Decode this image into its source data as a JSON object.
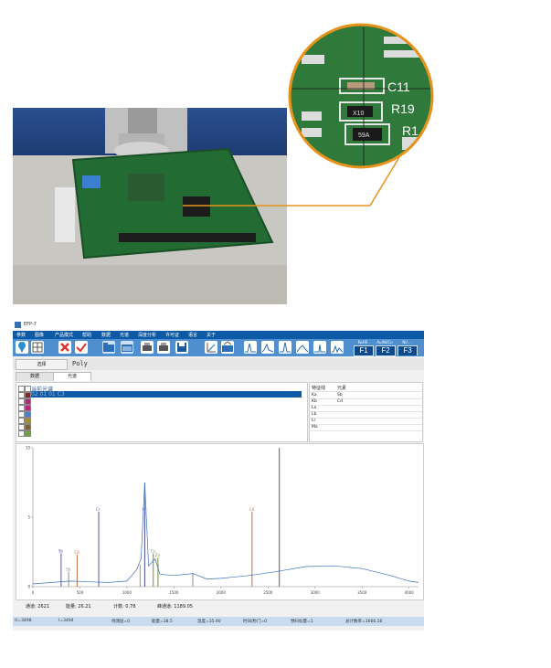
{
  "pcb_photo": {
    "labels": [
      "C11",
      "R19",
      "X10",
      "59A",
      "R1"
    ]
  },
  "app": {
    "title": "EFP-7",
    "menu": [
      "参数",
      "图像",
      "产品模式",
      "帮助",
      "数据",
      "光谱",
      "深度分析",
      "许可证",
      "语言",
      "关于"
    ],
    "toolbar_icons": [
      "location-icon",
      "grid-icon",
      "delete-icon",
      "check-icon",
      "folder-icon",
      "folder-open-icon",
      "printer-icon",
      "printer-alt-icon",
      "save-icon",
      "measure-icon",
      "open-file-icon",
      "spectrum-icon",
      "spectrum-icon",
      "spectrum-icon",
      "spectrum-icon",
      "spectrum-icon",
      "spectrum-icon"
    ],
    "fkeys": [
      {
        "label": "RoHS",
        "key": "F1"
      },
      {
        "label": "Au/Ni/Cu",
        "key": "F2"
      },
      {
        "label": "Ni/...",
        "key": "F3"
      }
    ],
    "select_button": "选择",
    "selected_name": "Poly",
    "tabs": [
      "数据",
      "光谱"
    ],
    "active_tab": 1,
    "spectra_list": [
      {
        "label": "当前光谱",
        "color": "#ffffff",
        "selected": false
      },
      {
        "label": "02 01 01 C3",
        "color": "#7a2a2a",
        "selected": true
      },
      {
        "label": "",
        "color": "#a03070",
        "selected": false
      },
      {
        "label": "",
        "color": "#c02080",
        "selected": false
      },
      {
        "label": "",
        "color": "#4a7fd0",
        "selected": false
      },
      {
        "label": "",
        "color": "#a09030",
        "selected": false
      },
      {
        "label": "",
        "color": "#806030",
        "selected": false
      },
      {
        "label": "",
        "color": "#70a040",
        "selected": false
      }
    ],
    "element_table": {
      "headers": [
        "特征线",
        "元素"
      ],
      "rows": [
        [
          "Ka",
          "Sb"
        ],
        [
          "Kb",
          "Cd"
        ],
        [
          "La",
          ""
        ],
        [
          "Lb",
          ""
        ],
        [
          "Lr",
          ""
        ],
        [
          "Ma",
          ""
        ]
      ]
    },
    "status": {
      "channel": "通道: 2621",
      "energy": "能量: 26.21",
      "count": "计数: 0.78",
      "peak_channel": "峰通道: 1189.05"
    },
    "bottom_status": [
      "U=3498",
      "I=3494",
      "待测层=0",
      "能量=38.5",
      "温度=35.90",
      "时间/秒门=0",
      "预扫标量=1",
      "总计数率=1666.16"
    ]
  },
  "chart_data": {
    "type": "line",
    "xlim": [
      0,
      4100
    ],
    "ylim": [
      0,
      10
    ],
    "x_ticks": [
      0,
      500,
      1000,
      1500,
      2000,
      2500,
      3000,
      3500,
      4000
    ],
    "y_ticks": [
      0,
      5,
      10
    ],
    "peaks": [
      {
        "x": 300,
        "y": 2.4,
        "label": "Sb",
        "color": "#5a5aa0"
      },
      {
        "x": 470,
        "y": 2.3,
        "label": "Cd",
        "color": "#c0703a"
      },
      {
        "x": 380,
        "y": 1.1,
        "label": "Sb",
        "color": "#909090"
      },
      {
        "x": 700,
        "y": 5.4,
        "label": "Cr",
        "color": "#5a5aa0"
      },
      {
        "x": 1140,
        "y": 1.6,
        "label": "",
        "color": "#909090"
      },
      {
        "x": 1189,
        "y": 7.5,
        "label": "",
        "color": "#5a80c0"
      },
      {
        "x": 1190,
        "y": 5.4,
        "label": "Sn",
        "color": "#5a5aa0"
      },
      {
        "x": 1280,
        "y": 2.4,
        "label": "Cu",
        "color": "#7a8a40"
      },
      {
        "x": 1330,
        "y": 2.1,
        "label": "Zn",
        "color": "#7a8a40"
      },
      {
        "x": 1700,
        "y": 1.0,
        "label": "",
        "color": "#909090"
      },
      {
        "x": 2330,
        "y": 5.4,
        "label": "Cd",
        "color": "#c0703a"
      },
      {
        "x": 2620,
        "y": 10,
        "label": "",
        "color": "#7a5a3a"
      }
    ],
    "baseline": [
      [
        0,
        0.2
      ],
      [
        200,
        0.3
      ],
      [
        400,
        0.4
      ],
      [
        600,
        0.35
      ],
      [
        800,
        0.3
      ],
      [
        1000,
        0.4
      ],
      [
        1100,
        1.2
      ],
      [
        1150,
        2.0
      ],
      [
        1189,
        7.5
      ],
      [
        1230,
        1.5
      ],
      [
        1300,
        2.0
      ],
      [
        1350,
        0.9
      ],
      [
        1500,
        0.8
      ],
      [
        1700,
        0.95
      ],
      [
        1850,
        0.55
      ],
      [
        2000,
        0.6
      ],
      [
        2300,
        0.8
      ],
      [
        2600,
        1.1
      ],
      [
        2900,
        1.45
      ],
      [
        3200,
        1.5
      ],
      [
        3500,
        1.3
      ],
      [
        3800,
        0.8
      ],
      [
        4000,
        0.4
      ],
      [
        4100,
        0.3
      ]
    ]
  }
}
